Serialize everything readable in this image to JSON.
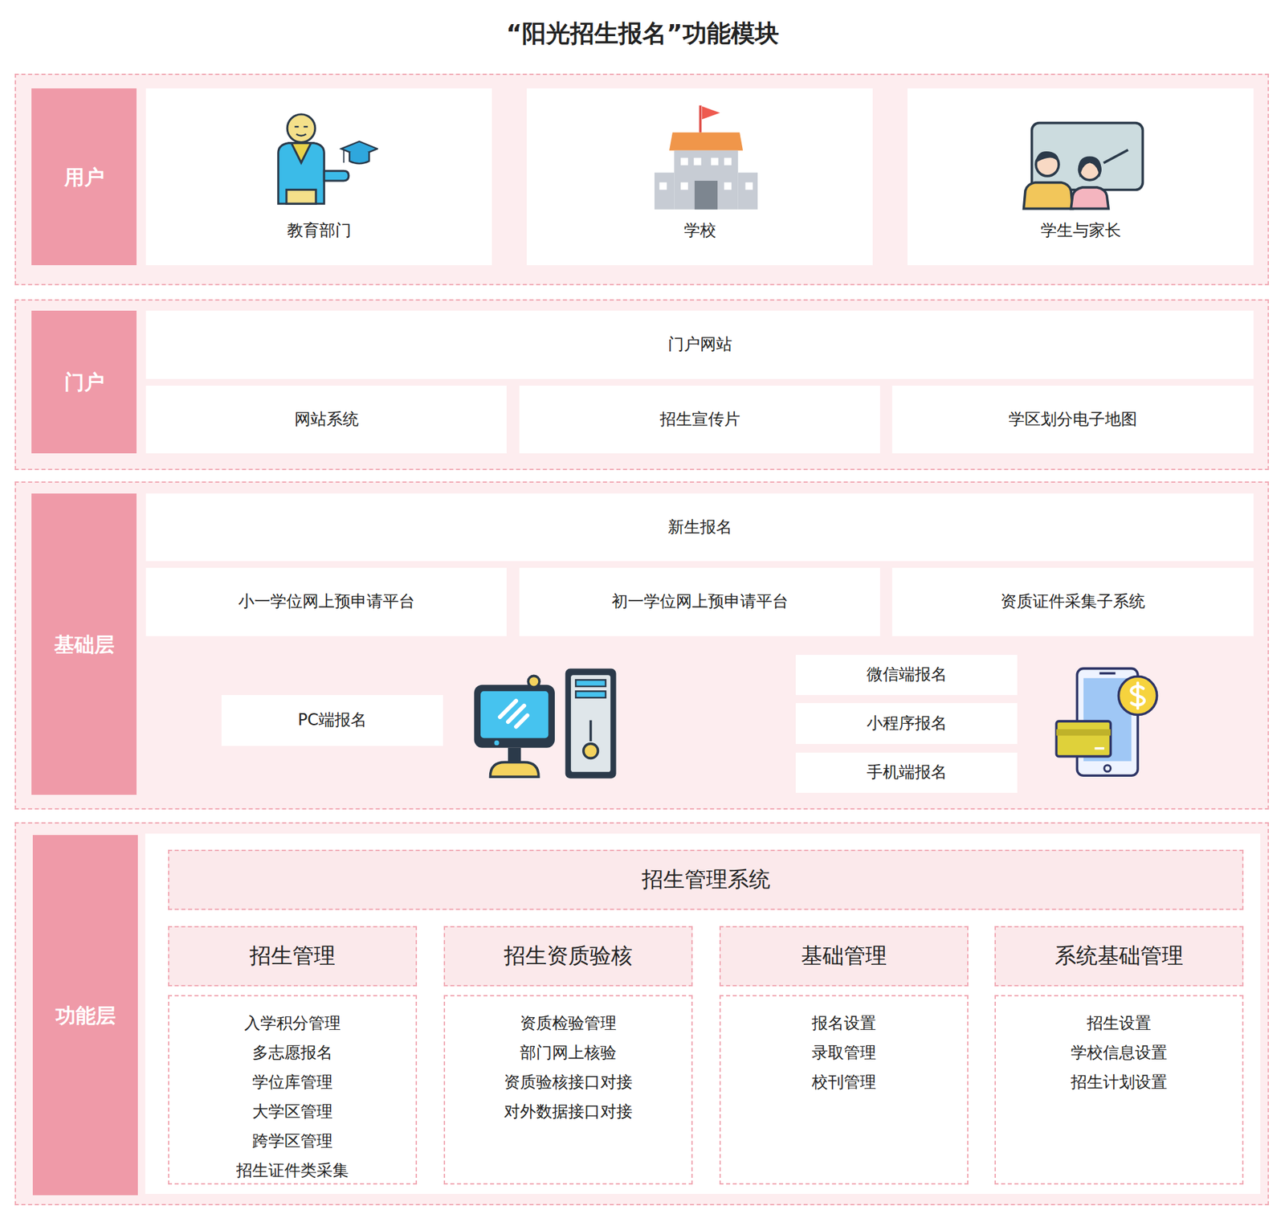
{
  "diagram": {
    "title": "“阳光招生报名”功能模块",
    "nodes": [
      {
        "text": [
          "用户"
        ]
      },
      {
        "text": [
          "教育部门"
        ],
        "in": 0
      },
      {
        "text": [
          "学校"
        ],
        "in": 0
      },
      {
        "text": [
          "学生与家长"
        ],
        "in": 0
      },
      {
        "text": [
          "门户"
        ]
      },
      {
        "text": [
          "门户网站"
        ],
        "in": 4
      },
      {
        "text": [
          "网站系统"
        ],
        "in": 4
      },
      {
        "text": [
          "招生宣传片"
        ],
        "in": 4
      },
      {
        "text": [
          "学区划分电子地图"
        ],
        "in": 4
      },
      {
        "text": [
          "基础层"
        ]
      },
      {
        "text": [
          "新生报名"
        ],
        "in": 9
      },
      {
        "text": [
          "小一学位网上预申请平台"
        ],
        "in": 9
      },
      {
        "text": [
          "初一学位网上预申请平台"
        ],
        "in": 9
      },
      {
        "text": [
          "资质证件采集子系统"
        ],
        "in": 9
      },
      {
        "text": [
          "PC端报名"
        ],
        "in": 9
      },
      {
        "text": [
          "微信端报名"
        ],
        "in": 9
      },
      {
        "text": [
          "小程序报名"
        ],
        "in": 9
      },
      {
        "text": [
          "手机端报名"
        ],
        "in": 9
      },
      {
        "text": [
          "功能层"
        ]
      },
      {
        "text": [
          "招生管理系统"
        ],
        "in": 18
      },
      {
        "text": [
          "招生管理"
        ],
        "in": 18
      },
      {
        "text": [
          "入学积分管理",
          "多志愿报名",
          "学位库管理",
          "大学区管理",
          "跨学区管理",
          "招生证件类采集"
        ],
        "in": 18
      },
      {
        "text": [
          "招生资质验核"
        ],
        "in": 18
      },
      {
        "text": [
          "资质检验管理",
          "部门网上核验",
          "资质验核接口对接",
          "对外数据接口对接"
        ],
        "in": 18
      },
      {
        "text": [
          "基础管理"
        ],
        "in": 18
      },
      {
        "text": [
          "报名设置",
          "录取管理",
          "校刊管理"
        ],
        "in": 18
      },
      {
        "text": [
          "系统基础管理"
        ],
        "in": 18
      },
      {
        "text": [
          "招生设置",
          "学校信息设置",
          "招生计划设置"
        ],
        "in": 18
      }
    ]
  }
}
